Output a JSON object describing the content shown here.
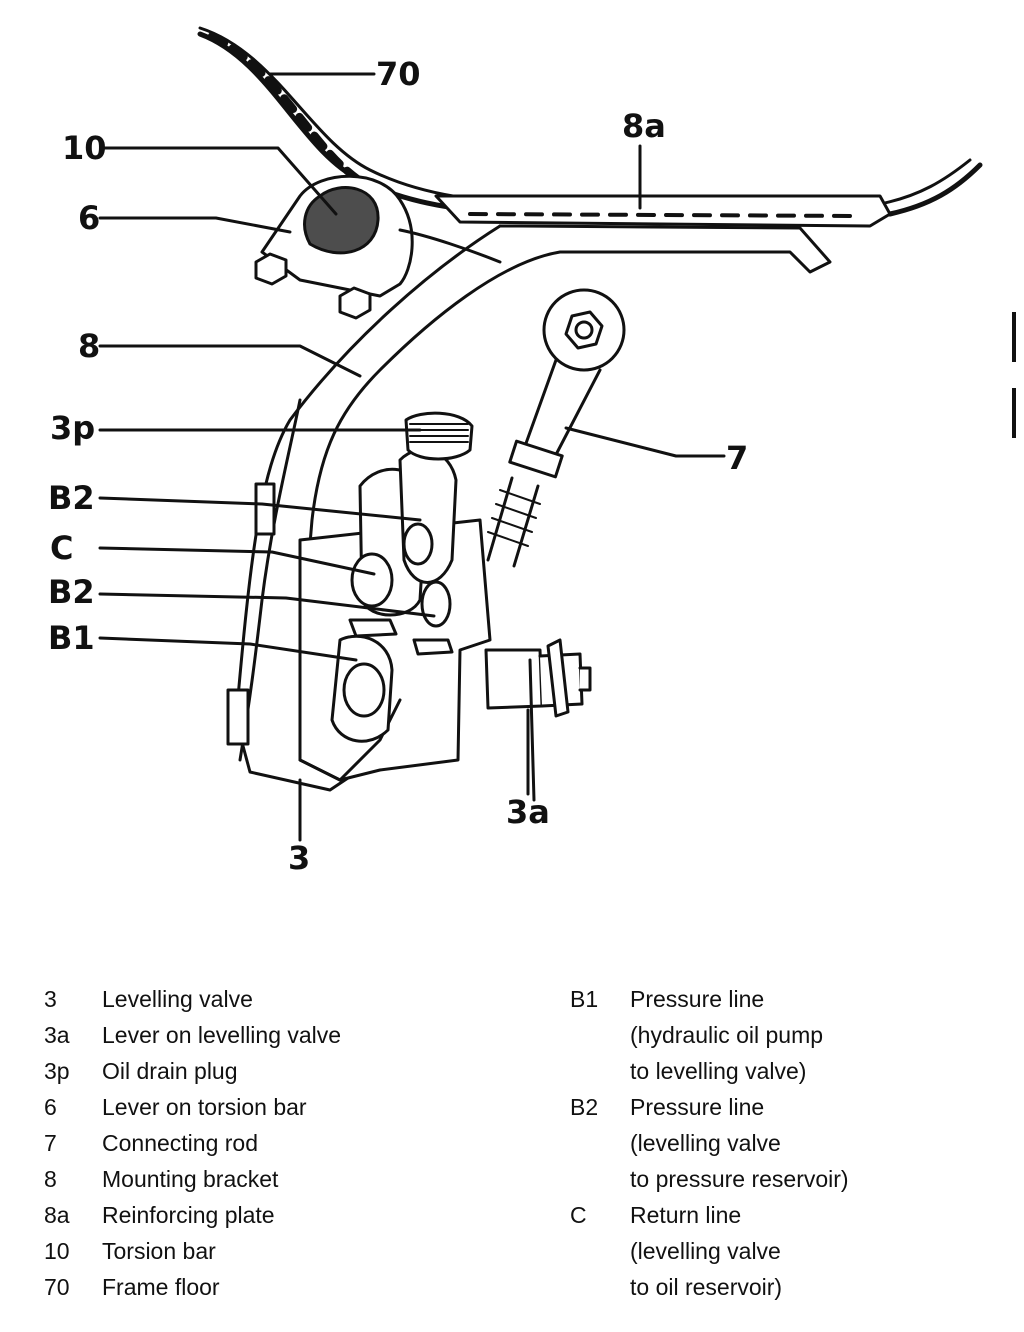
{
  "callouts": {
    "c70": "70",
    "c8a": "8a",
    "c10": "10",
    "c6": "6",
    "c8": "8",
    "c3p": "3p",
    "c7": "7",
    "cB2_upper": "B2",
    "cC": "C",
    "cB2_lower": "B2",
    "cB1": "B1",
    "c3a": "3a",
    "c3": "3"
  },
  "legend_left": [
    {
      "code": "3",
      "desc": "Levelling valve"
    },
    {
      "code": "3a",
      "desc": "Lever on levelling valve"
    },
    {
      "code": "3p",
      "desc": "Oil drain plug"
    },
    {
      "code": "6",
      "desc": "Lever on torsion bar"
    },
    {
      "code": "7",
      "desc": "Connecting rod"
    },
    {
      "code": "8",
      "desc": "Mounting bracket"
    },
    {
      "code": "8a",
      "desc": "Reinforcing plate"
    },
    {
      "code": "10",
      "desc": "Torsion bar"
    },
    {
      "code": "70",
      "desc": "Frame floor"
    }
  ],
  "legend_right": [
    {
      "code": "B1",
      "lines": [
        "Pressure line",
        "(hydraulic oil pump",
        "to levelling valve)"
      ]
    },
    {
      "code": "B2",
      "lines": [
        "Pressure line",
        "(levelling valve",
        "to pressure reservoir)"
      ]
    },
    {
      "code": "C",
      "lines": [
        "Return line",
        "(levelling valve",
        "to oil reservoir)"
      ]
    }
  ]
}
